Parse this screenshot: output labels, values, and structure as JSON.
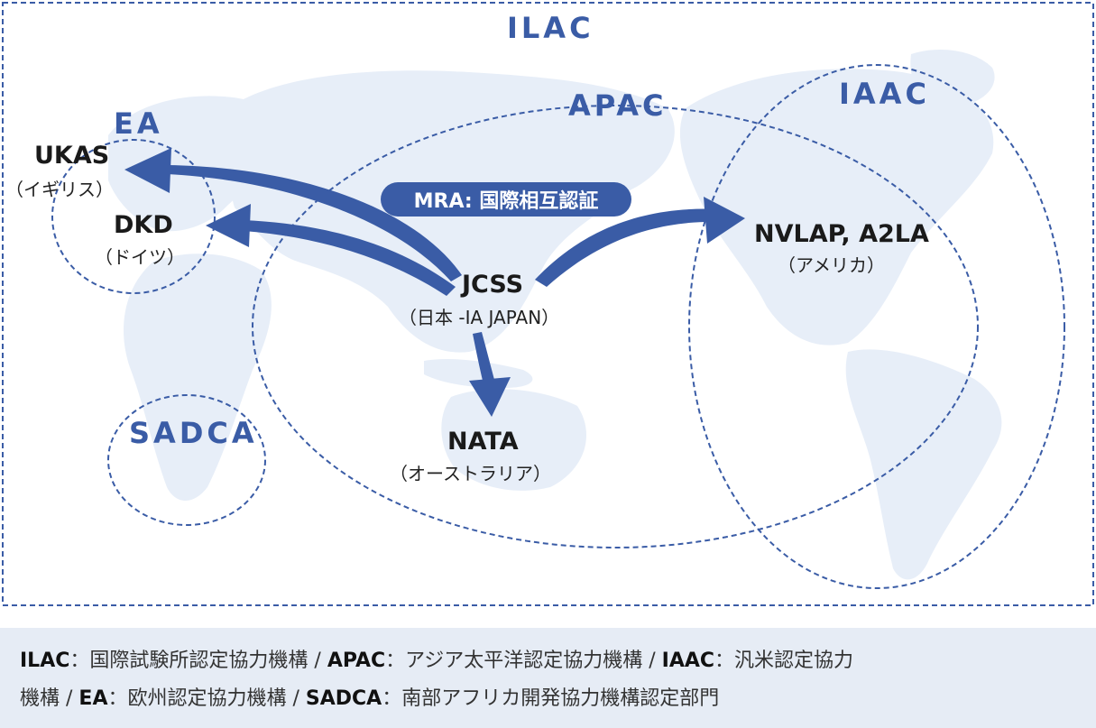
{
  "regions": {
    "ilac": "ILAC",
    "apac": "APAC",
    "iaac": "IAAC",
    "ea": "EA",
    "sadca": "SADCA"
  },
  "mra_label": "MRA: 国際相互認証",
  "bodies": {
    "ukas": {
      "name": "UKAS",
      "country": "（イギリス）"
    },
    "dkd": {
      "name": "DKD",
      "country": "（ドイツ）"
    },
    "jcss": {
      "name": "JCSS",
      "country": "（日本 -IA JAPAN）"
    },
    "nata": {
      "name": "NATA",
      "country": "（オーストラリア）"
    },
    "nvlap": {
      "name": "NVLAP, A2LA",
      "country": "（アメリカ）"
    }
  },
  "legend": {
    "items": [
      {
        "abbr": "ILAC",
        "desc": "：国際試験所認定協力機構"
      },
      {
        "abbr": "APAC",
        "desc": "：アジア太平洋認定協力機構"
      },
      {
        "abbr": "IAAC",
        "desc": "：汎米認定協力"
      },
      {
        "cont": "機構"
      },
      {
        "abbr": "EA",
        "desc": "：欧州認定協力機構"
      },
      {
        "abbr": "SADCA",
        "desc": "：南部アフリカ開発協力機構認定部門"
      }
    ],
    "separator": " / "
  },
  "colors": {
    "accent": "#3a5ca6",
    "map": "#e7eef8",
    "legend_bg": "#e6ecf5",
    "text": "#1a1a1a"
  }
}
